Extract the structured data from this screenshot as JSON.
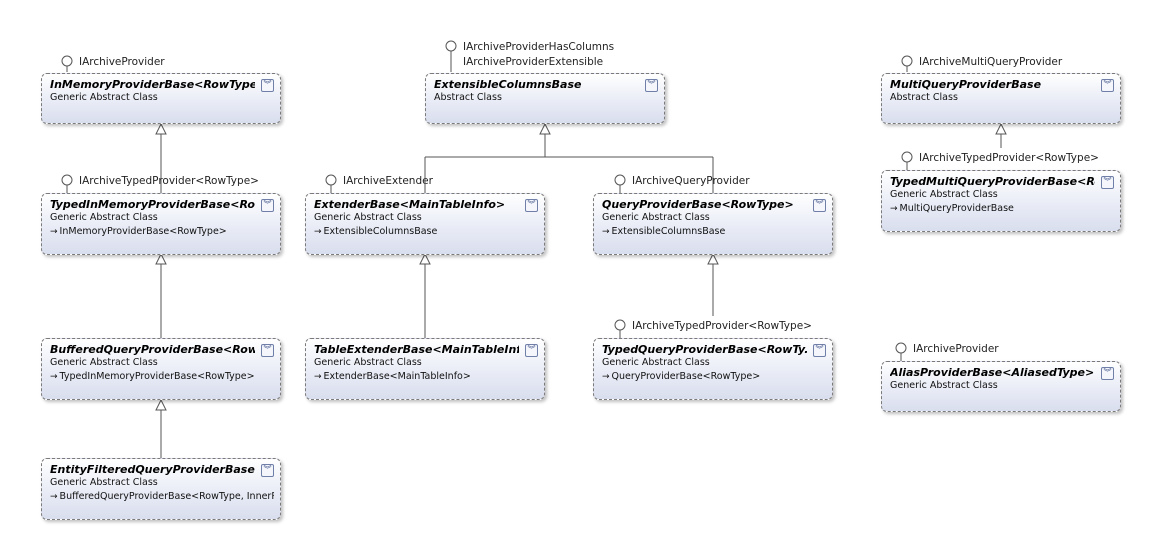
{
  "classes": [
    {
      "id": "inmemory",
      "name": "InMemoryProviderBase<RowType>",
      "kind": "Generic Abstract Class",
      "base": "",
      "interfaces": [
        "IArchiveProvider"
      ]
    },
    {
      "id": "extensible",
      "name": "ExtensibleColumnsBase",
      "kind": "Abstract Class",
      "base": "",
      "interfaces": [
        "IArchiveProviderHasColumns",
        "IArchiveProviderExtensible"
      ]
    },
    {
      "id": "multiquery",
      "name": "MultiQueryProviderBase",
      "kind": "Abstract Class",
      "base": "",
      "interfaces": [
        "IArchiveMultiQueryProvider"
      ]
    },
    {
      "id": "typedinmemory",
      "name": "TypedInMemoryProviderBase<Ro...",
      "kind": "Generic Abstract Class",
      "base": "InMemoryProviderBase<RowType>",
      "interfaces": [
        "IArchiveTypedProvider<RowType>"
      ]
    },
    {
      "id": "extender",
      "name": "ExtenderBase<MainTableInfo>",
      "kind": "Generic Abstract Class",
      "base": "ExtensibleColumnsBase",
      "interfaces": [
        "IArchiveExtender"
      ]
    },
    {
      "id": "queryprovider",
      "name": "QueryProviderBase<RowType>",
      "kind": "Generic Abstract Class",
      "base": "ExtensibleColumnsBase",
      "interfaces": [
        "IArchiveQueryProvider"
      ]
    },
    {
      "id": "typedmulti",
      "name": "TypedMultiQueryProviderBase<Ro...",
      "kind": "Generic Abstract Class",
      "base": "MultiQueryProviderBase",
      "interfaces": [
        "IArchiveTypedProvider<RowType>"
      ]
    },
    {
      "id": "buffered",
      "name": "BufferedQueryProviderBase<Row...",
      "kind": "Generic Abstract Class",
      "base": "TypedInMemoryProviderBase<RowType>",
      "interfaces": []
    },
    {
      "id": "tableextender",
      "name": "TableExtenderBase<MainTableInf...",
      "kind": "Generic Abstract Class",
      "base": "ExtenderBase<MainTableInfo>",
      "interfaces": []
    },
    {
      "id": "typedquery",
      "name": "TypedQueryProviderBase<RowTy...",
      "kind": "Generic Abstract Class",
      "base": "QueryProviderBase<RowType>",
      "interfaces": [
        "IArchiveTypedProvider<RowType>"
      ]
    },
    {
      "id": "alias",
      "name": "AliasProviderBase<AliasedType>",
      "kind": "Generic Abstract Class",
      "base": "",
      "interfaces": [
        "IArchiveProvider"
      ]
    },
    {
      "id": "entityfiltered",
      "name": "EntityFilteredQueryProviderBase<...",
      "kind": "Generic Abstract Class",
      "base": "BufferedQueryProviderBase<RowType, InnerP...",
      "interfaces": []
    }
  ],
  "icons": {
    "toggle": "double-chevron-down-icon",
    "inherit": "inherit-arrow-icon",
    "lollipop": "interface-lollipop-icon"
  },
  "colors": {
    "border": "#7a7a7a",
    "fill_top": "#ffffff",
    "fill_bottom": "#d9deee",
    "line": "#555555"
  }
}
